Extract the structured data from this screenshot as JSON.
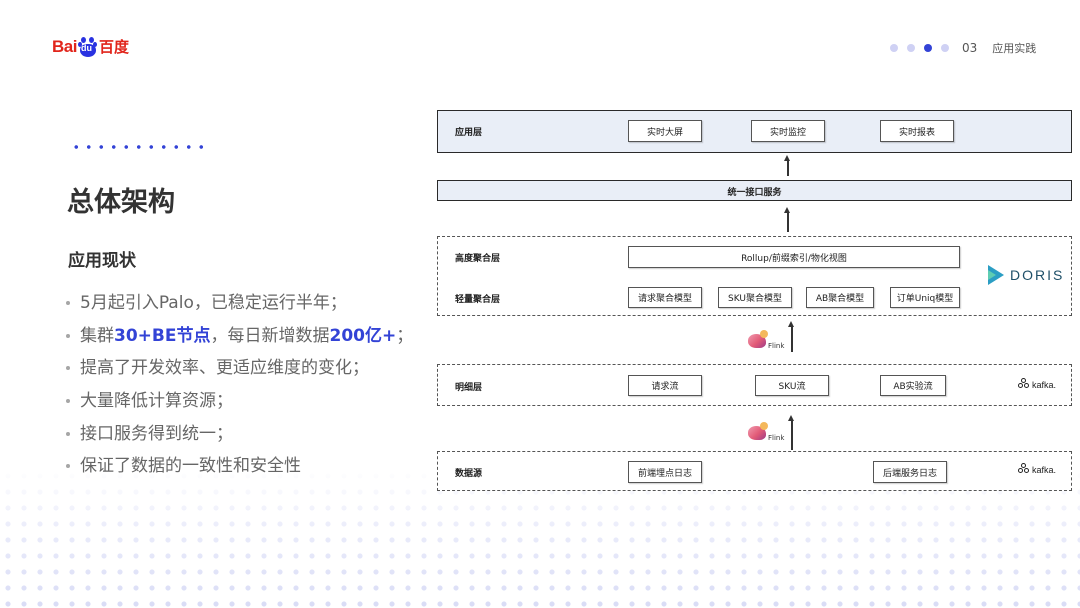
{
  "logo": {
    "latin": "Bai",
    "paw_text": "du",
    "chinese": "百度"
  },
  "pager": {
    "number": "03",
    "section": "应用实践"
  },
  "left": {
    "title": "总体架构",
    "subtitle": "应用现状",
    "bullets": {
      "b1": "5月起引入Palo，已稳定运行半年；",
      "b2_a": "集群",
      "b2_b": "30+BE节点",
      "b2_c": "，每日新增数据",
      "b2_d": "200亿+",
      "b2_e": "；",
      "b3": "提高了开发效率、更适应维度的变化；",
      "b4": "大量降低计算资源；",
      "b5": "接口服务得到统一；",
      "b6": "保证了数据的一致性和安全性"
    }
  },
  "diagram": {
    "app_layer": {
      "label": "应用层",
      "nodes": [
        "实时大屏",
        "实时监控",
        "实时报表"
      ]
    },
    "unified_service": "统一接口服务",
    "agg": {
      "high_label": "高度聚合层",
      "high_node": "Rollup/前缀索引/物化视图",
      "light_label": "轻量聚合层",
      "light_nodes": [
        "请求聚合模型",
        "SKU聚合模型",
        "AB聚合模型",
        "订单Uniq模型"
      ]
    },
    "detail": {
      "label": "明细层",
      "nodes": [
        "请求流",
        "SKU流",
        "AB实验流"
      ]
    },
    "source": {
      "label": "数据源",
      "nodes": [
        "前端埋点日志",
        "后端服务日志"
      ]
    },
    "flink_text": "Flink",
    "kafka_text": "kafka.",
    "doris_text": "DORIS"
  },
  "colors": {
    "accent": "#3343d6",
    "brand_red": "#e1251b",
    "layer_fill": "#e9eef7"
  }
}
